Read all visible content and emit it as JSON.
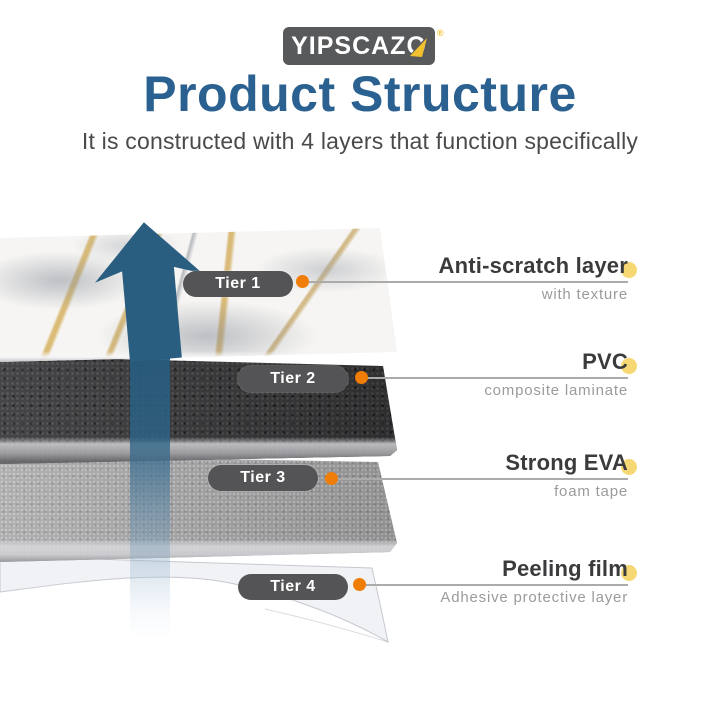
{
  "brand": {
    "name": "YIPSCAZO",
    "registered_mark": "®"
  },
  "header": {
    "title": "Product Structure",
    "subtitle": "It is constructed with 4 layers that function specifically"
  },
  "tiers": [
    {
      "badge": "Tier 1",
      "label": "Anti-scratch layer",
      "sublabel": "with texture"
    },
    {
      "badge": "Tier 2",
      "label": "PVC",
      "sublabel": "composite laminate"
    },
    {
      "badge": "Tier 3",
      "label": "Strong EVA",
      "sublabel": "foam tape"
    },
    {
      "badge": "Tier 4",
      "label": "Peeling film",
      "sublabel": "Adhesive protective layer"
    }
  ],
  "icons": {
    "up_arrow": "up-arrow-icon",
    "logo_arrow": "logo-cursor-arrow-icon",
    "connector_dot": "orange-connector-dot",
    "label_dot": "yellow-accent-dot"
  },
  "colors": {
    "title_blue": "#2b6191",
    "arrow_blue": "#2a5e80",
    "orange_dot": "#f07d05",
    "yellow_dot": "#f5d873",
    "badge_gray": "#545456",
    "logo_gray": "#58595b",
    "logo_yellow": "#f2c12e",
    "heading_dark": "#3b3b3d",
    "sub_gray": "#9b9b9b",
    "line_gray": "#ababab"
  }
}
